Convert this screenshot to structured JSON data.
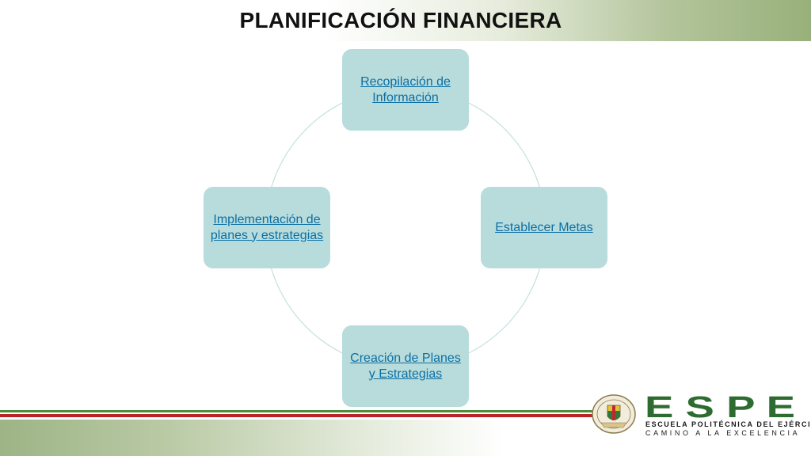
{
  "title": "PLANIFICACIÓN FINANCIERA",
  "cycle": {
    "nodes": [
      {
        "label": "Recopilación de Información"
      },
      {
        "label": "Establecer Metas"
      },
      {
        "label": "Creación de Planes y Estrategias"
      },
      {
        "label": "Implementación de planes y estrategias"
      }
    ]
  },
  "footer": {
    "logo_letters": "E S P E",
    "institution": "ESCUELA POLITÉCNICA DEL EJÉRCITO",
    "motto": "CAMINO A LA EXCELENCIA"
  },
  "colors": {
    "node_fill": "#b8dcdc",
    "node_text": "#0b6fa4",
    "connector": "#c5e0e0",
    "accent_green": "#98b07a",
    "stripe_red": "#b8242a",
    "stripe_green": "#4c8c3a"
  }
}
